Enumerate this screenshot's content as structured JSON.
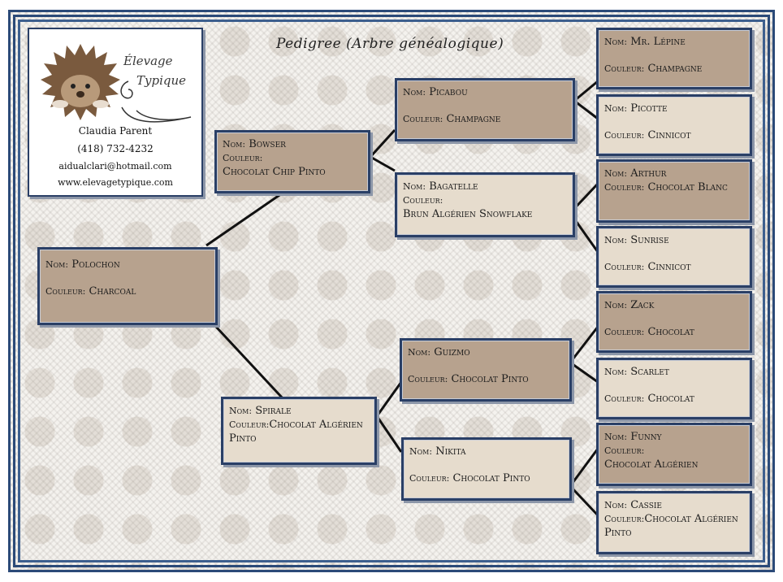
{
  "title": "Pedigree (Arbre généalogique)",
  "brand": {
    "line1": "Élevage",
    "line2": "Typique"
  },
  "contact": {
    "name": "Claudia Parent",
    "phone": "(418) 732-4232",
    "email": "aidualclari@hotmail.com",
    "website": "www.elevagetypique.com"
  },
  "labels": {
    "nom": "Nom:",
    "couleur": "Couleur:"
  },
  "colors": {
    "dark_box": "#b7a28e",
    "light_box": "#e6dccd",
    "border": "#2a3f66"
  },
  "animals": {
    "polochon": {
      "name": "Polochon",
      "color": "Charcoal"
    },
    "bowser": {
      "name": "Bowser",
      "color": "Chocolat Chip Pinto"
    },
    "spirale": {
      "name": "Spirale",
      "color": "Chocolat Algérien Pinto"
    },
    "picabou": {
      "name": "Picabou",
      "color": "Champagne"
    },
    "bagatelle": {
      "name": "Bagatelle",
      "color": "Brun Algérien Snowflake"
    },
    "guizmo": {
      "name": "Guizmo",
      "color": "Chocolat Pinto"
    },
    "nikita": {
      "name": "Nikita",
      "color": "Chocolat Pinto"
    },
    "mr_lepine": {
      "name": "Mr. Lépine",
      "color": "Champagne"
    },
    "picotte": {
      "name": "Picotte",
      "color": "Cinnicot"
    },
    "arthur": {
      "name": "Arthur",
      "color": "Chocolat Blanc"
    },
    "sunrise": {
      "name": "Sunrise",
      "color": "Cinnicot"
    },
    "zack": {
      "name": "Zack",
      "color": "Chocolat"
    },
    "scarlet": {
      "name": "Scarlet",
      "color": "Chocolat"
    },
    "funny": {
      "name": "Funny",
      "color": "Chocolat Algérien"
    },
    "cassie": {
      "name": "Cassie",
      "color": "Chocolat Algérien Pinto"
    }
  }
}
